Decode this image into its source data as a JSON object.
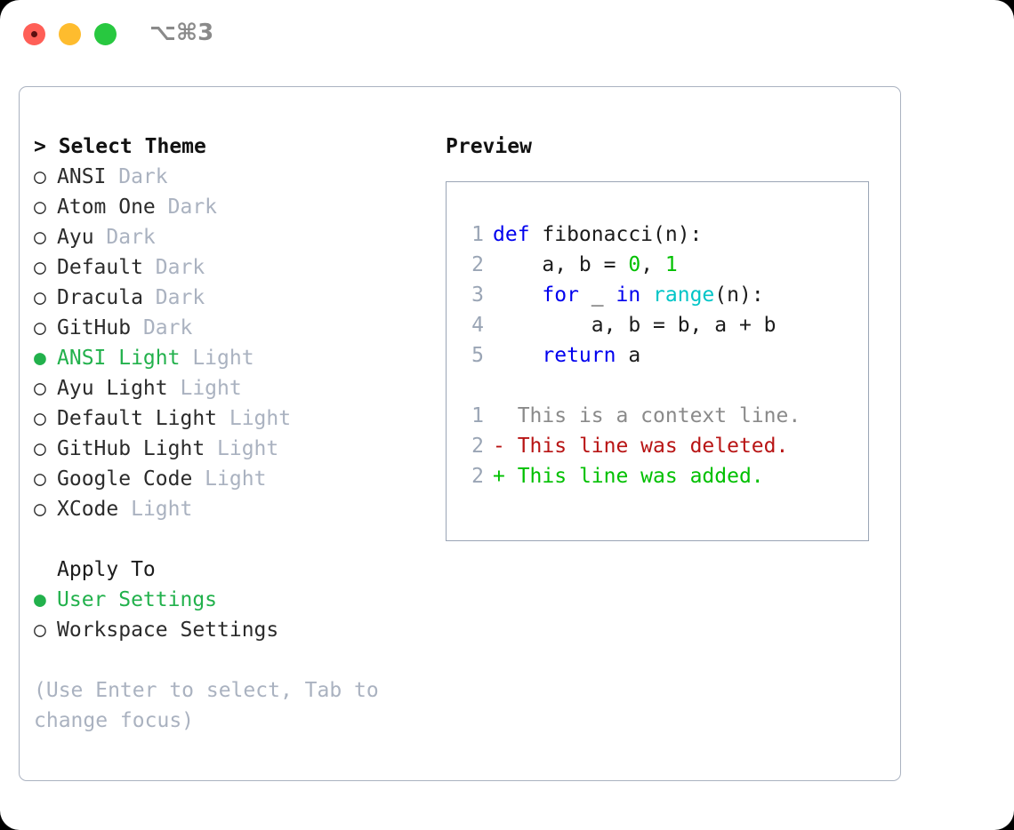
{
  "titlebar": {
    "shortcut": "⌥⌘3",
    "buttons": [
      {
        "name": "close",
        "color": "#ff5f57"
      },
      {
        "name": "minimize",
        "color": "#febc2e"
      },
      {
        "name": "maximize",
        "color": "#28c840"
      }
    ]
  },
  "theme_list": {
    "header": "> Select Theme",
    "markers": {
      "selected": "●",
      "unselected": "○"
    },
    "items": [
      {
        "marker": "○",
        "label": "ANSI",
        "kind": "Dark",
        "selected": false
      },
      {
        "marker": "○",
        "label": "Atom One",
        "kind": "Dark",
        "selected": false
      },
      {
        "marker": "○",
        "label": "Ayu",
        "kind": "Dark",
        "selected": false
      },
      {
        "marker": "○",
        "label": "Default",
        "kind": "Dark",
        "selected": false
      },
      {
        "marker": "○",
        "label": "Dracula",
        "kind": "Dark",
        "selected": false
      },
      {
        "marker": "○",
        "label": "GitHub",
        "kind": "Dark",
        "selected": false
      },
      {
        "marker": "●",
        "label": "ANSI Light",
        "kind": "Light",
        "selected": true
      },
      {
        "marker": "○",
        "label": "Ayu Light",
        "kind": "Light",
        "selected": false
      },
      {
        "marker": "○",
        "label": "Default Light",
        "kind": "Light",
        "selected": false
      },
      {
        "marker": "○",
        "label": "GitHub Light",
        "kind": "Light",
        "selected": false
      },
      {
        "marker": "○",
        "label": "Google Code",
        "kind": "Light",
        "selected": false
      },
      {
        "marker": "○",
        "label": "XCode",
        "kind": "Light",
        "selected": false
      }
    ]
  },
  "apply_to": {
    "title": "Apply To",
    "options": [
      {
        "marker": "●",
        "label": "User Settings",
        "selected": true
      },
      {
        "marker": "○",
        "label": "Workspace Settings",
        "selected": false
      }
    ]
  },
  "hint": "(Use Enter to select, Tab to change focus)",
  "preview": {
    "title": "Preview",
    "code": [
      {
        "num": "1",
        "tokens": [
          {
            "t": "def",
            "c": "kw"
          },
          {
            "t": " fibonacci(n):",
            "c": "plain"
          }
        ]
      },
      {
        "num": "2",
        "tokens": [
          {
            "t": "    a, b = ",
            "c": "plain"
          },
          {
            "t": "0",
            "c": "num"
          },
          {
            "t": ", ",
            "c": "plain"
          },
          {
            "t": "1",
            "c": "num"
          }
        ]
      },
      {
        "num": "3",
        "tokens": [
          {
            "t": "    ",
            "c": "plain"
          },
          {
            "t": "for",
            "c": "kw"
          },
          {
            "t": " _ ",
            "c": "plain"
          },
          {
            "t": "in",
            "c": "kw"
          },
          {
            "t": " ",
            "c": "plain"
          },
          {
            "t": "range",
            "c": "fn"
          },
          {
            "t": "(n):",
            "c": "plain"
          }
        ]
      },
      {
        "num": "4",
        "tokens": [
          {
            "t": "        a, b = b, a + b",
            "c": "plain"
          }
        ]
      },
      {
        "num": "5",
        "tokens": [
          {
            "t": "    ",
            "c": "plain"
          },
          {
            "t": "return",
            "c": "kw"
          },
          {
            "t": " a",
            "c": "plain"
          }
        ]
      }
    ],
    "diff": [
      {
        "num": "1",
        "sign": " ",
        "text": "This is a context line.",
        "type": "context"
      },
      {
        "num": "2",
        "sign": "-",
        "text": "This line was deleted.",
        "type": "deleted"
      },
      {
        "num": "2",
        "sign": "+",
        "text": "This line was added.",
        "type": "added"
      }
    ]
  },
  "colors": {
    "accent_green": "#22b14c",
    "muted": "#aab2c0",
    "keyword": "#0000ee",
    "function": "#00c5c7",
    "number": "#00c000",
    "diff_deleted": "#b81414",
    "diff_added": "#00c000",
    "border": "#9aa5b5"
  }
}
